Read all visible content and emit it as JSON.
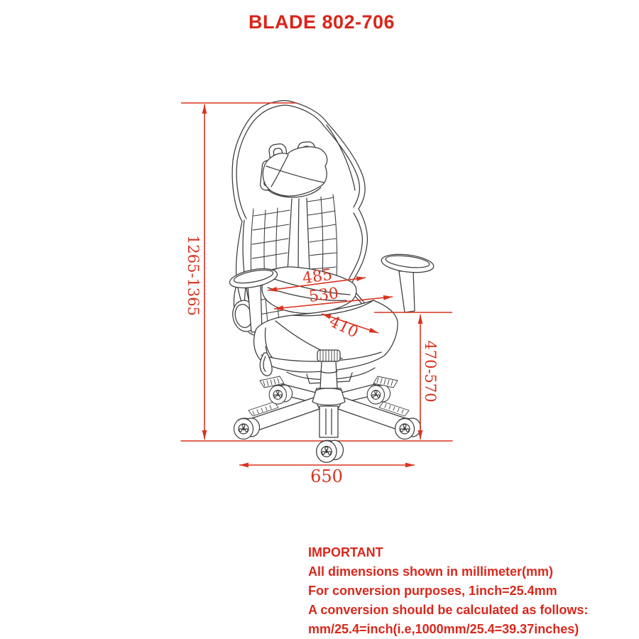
{
  "title": "BLADE 802-706",
  "dimensions": {
    "height_range": "1265-1365",
    "back_width": "485",
    "seat_width_overall": "530",
    "seat_depth": "410",
    "seat_height_range": "470-570",
    "base_width": "650"
  },
  "notes": {
    "heading": "IMPORTANT",
    "line1": "All dimensions shown in millimeter(mm)",
    "line2": "For conversion purposes, 1inch=25.4mm",
    "line3": "A conversion should be calculated as follows:",
    "line4": "mm/25.4=inch(i.e,1000mm/25.4=39.37inches)"
  },
  "colors": {
    "annotation_red": "#d8331f",
    "line_color": "#3b3b3b"
  }
}
